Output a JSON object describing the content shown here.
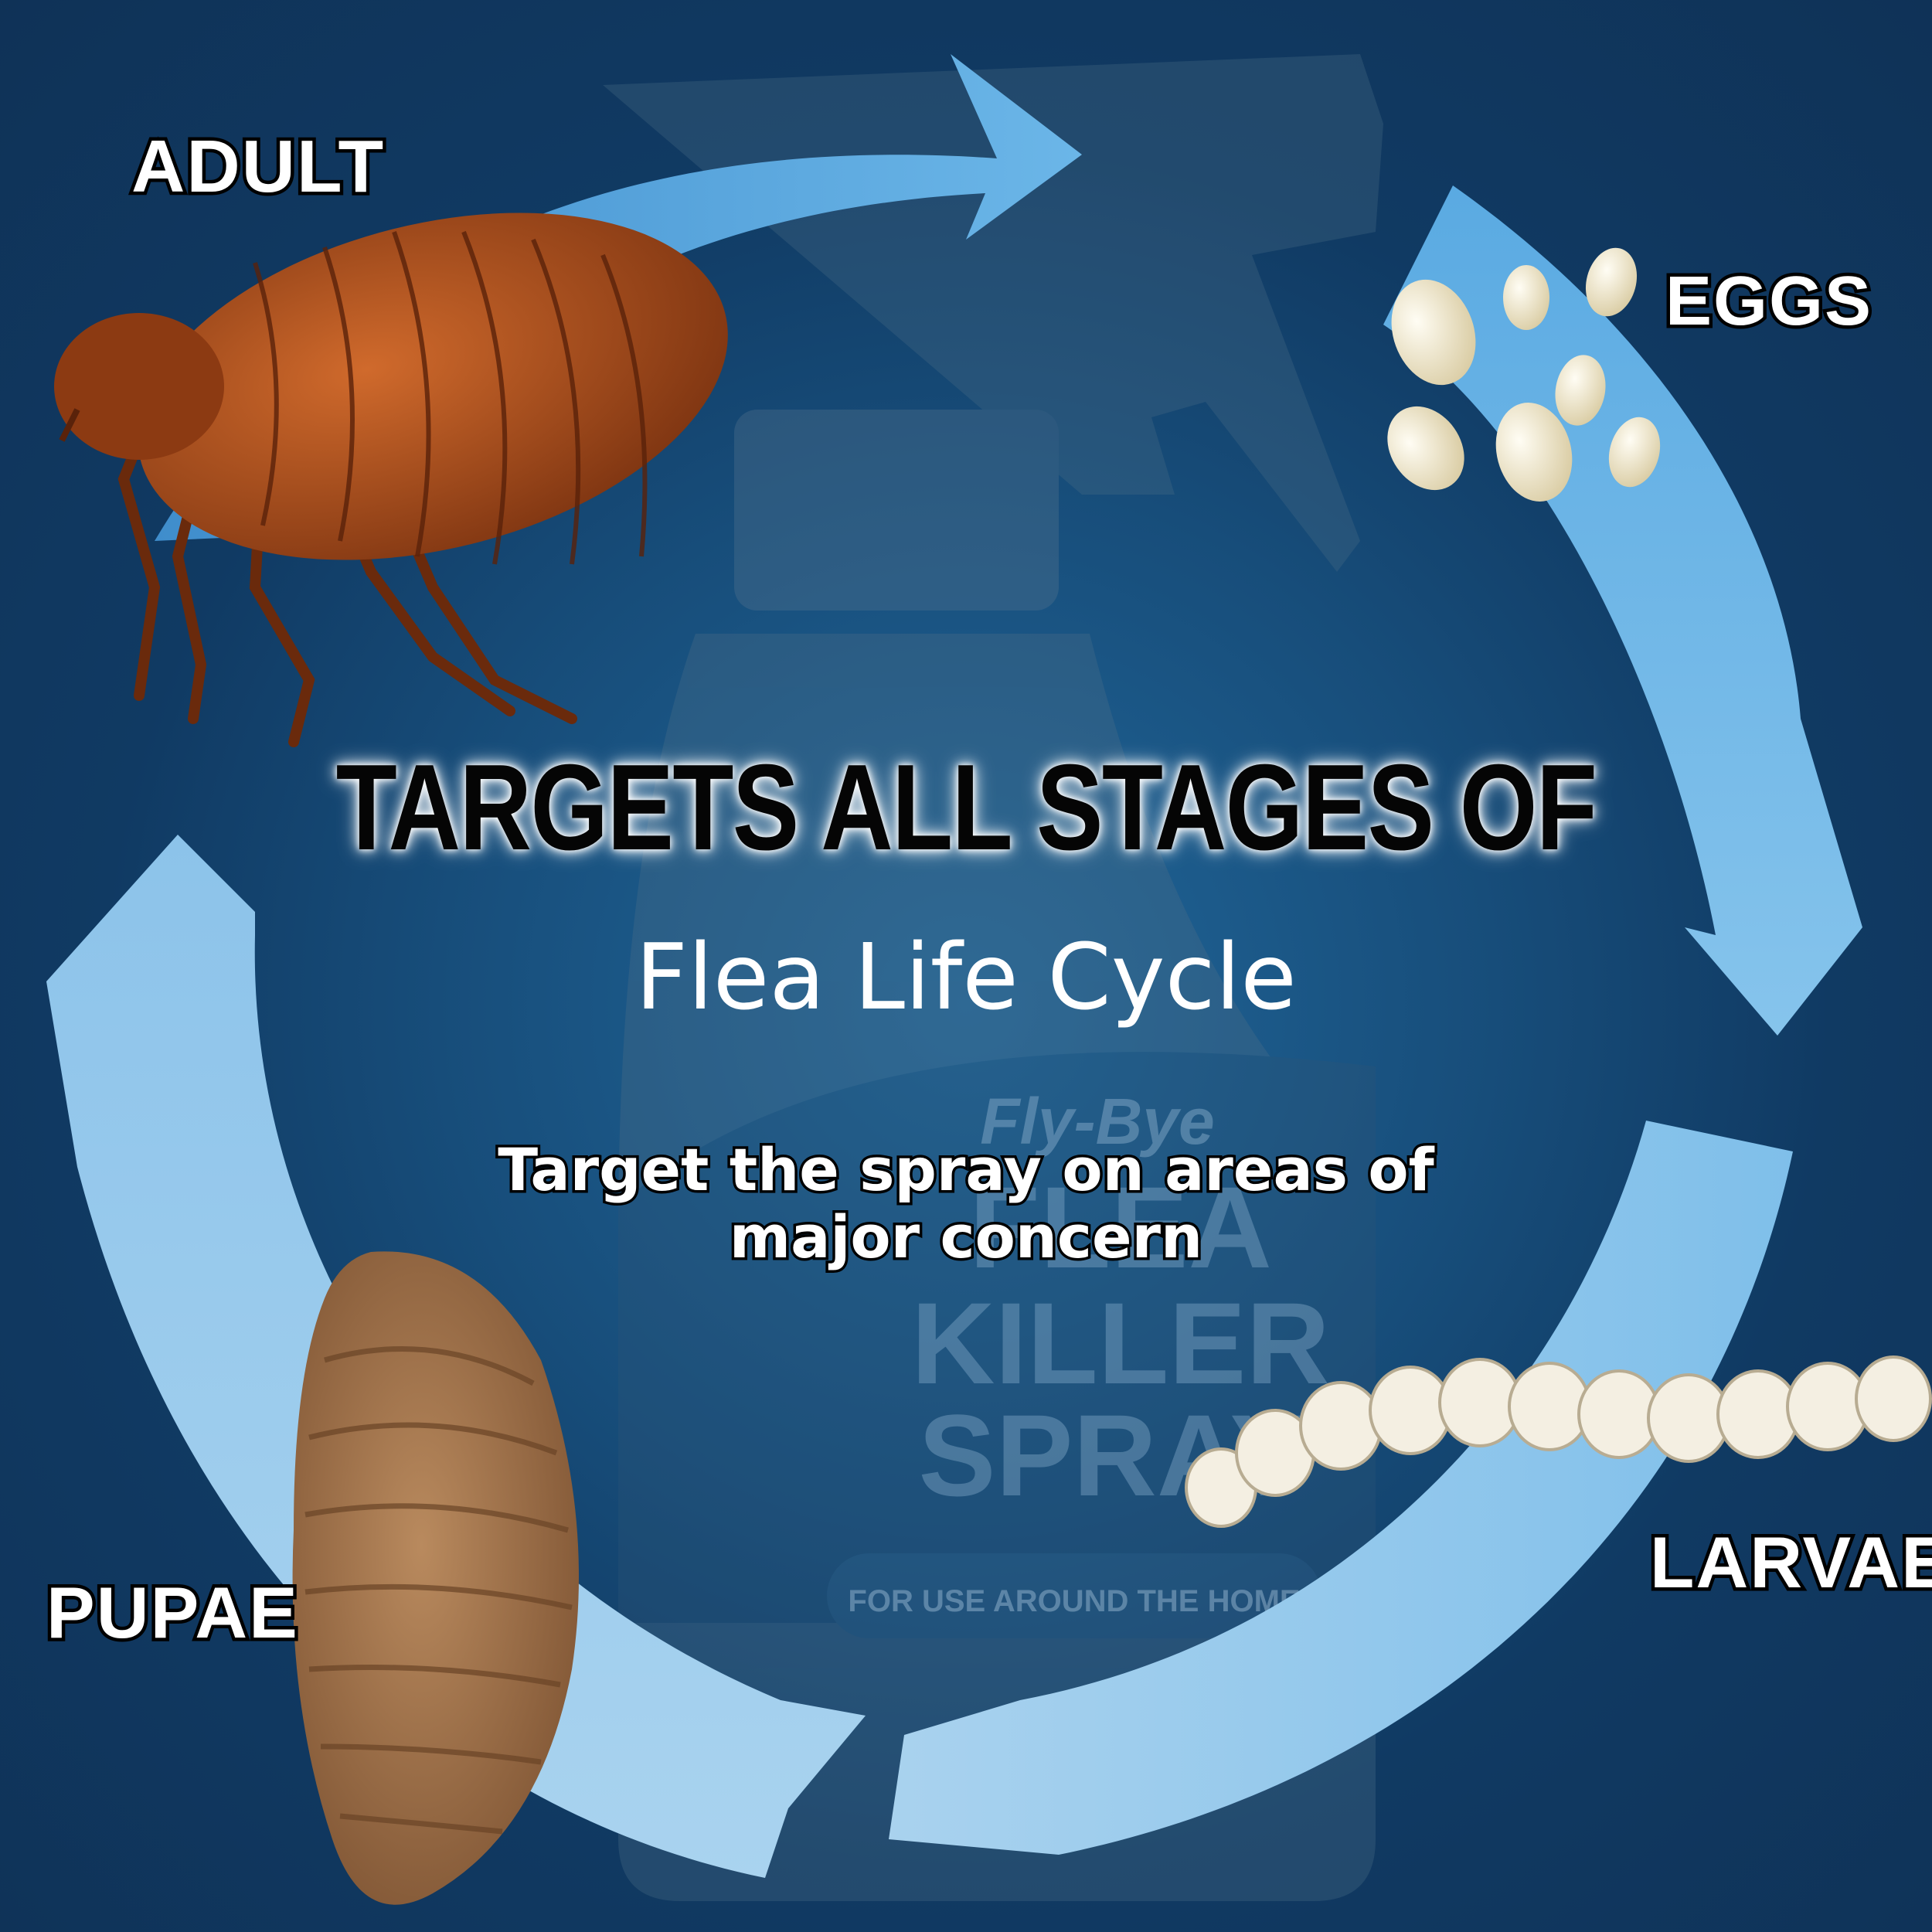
{
  "headline": "TARGETS ALL STAGES OF",
  "subtitle": "Flea Life Cycle",
  "tagline": "Target the spray on areas of major concern",
  "stages": {
    "adult": "ADULT",
    "eggs": "EGGS",
    "larvae": "LARVAE",
    "pupae": "PUPAE"
  },
  "bottle": {
    "brand": "Fly-Bye",
    "line1": "FLEA",
    "line2": "KILLER",
    "line3": "SPRAY",
    "band_text": "FOR USE AROUND THE HOME"
  },
  "colors": {
    "background": "#0f3257",
    "arrow_dark": "#4a9ad6",
    "arrow_light": "#a9d2ee",
    "flea_body": "#b2521c",
    "pupa": "#a0724a",
    "egg": "#f3ecd4",
    "larva": "#f6f1e6"
  }
}
